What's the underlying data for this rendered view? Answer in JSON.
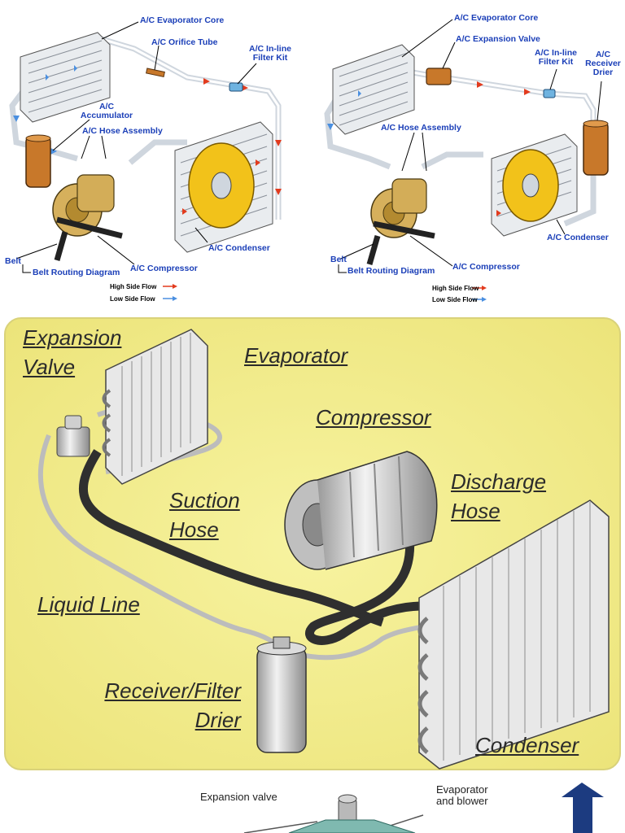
{
  "top_left": {
    "labels": {
      "evaporator_core": "A/C Evaporator Core",
      "orifice_tube": "A/C Orifice Tube",
      "inline_filter_l1": "A/C In-line",
      "inline_filter_l2": "Filter Kit",
      "accumulator_l1": "A/C",
      "accumulator_l2": "Accumulator",
      "hose_assembly": "A/C Hose Assembly",
      "condenser": "A/C Condenser",
      "belt": "Belt",
      "belt_routing": "Belt Routing Diagram",
      "compressor": "A/C Compressor"
    },
    "legend": {
      "high": "High Side Flow",
      "low": "Low Side Flow"
    }
  },
  "top_right": {
    "labels": {
      "evaporator_core": "A/C Evaporator Core",
      "expansion_valve": "A/C Expansion Valve",
      "inline_filter_l1": "A/C In-line",
      "inline_filter_l2": "Filter Kit",
      "receiver_l1": "A/C",
      "receiver_l2": "Receiver",
      "receiver_l3": "Drier",
      "hose_assembly": "A/C Hose Assembly",
      "condenser": "A/C Condenser",
      "belt": "Belt",
      "belt_routing": "Belt Routing Diagram",
      "compressor": "A/C Compressor"
    },
    "legend": {
      "high": "High Side Flow",
      "low": "Low Side Flow"
    }
  },
  "middle": {
    "labels": {
      "expansion_l1": "Expansion",
      "expansion_l2": "Valve",
      "evaporator": "Evaporator",
      "compressor": "Compressor",
      "discharge_l1": "Discharge",
      "discharge_l2": "Hose",
      "suction_l1": "Suction",
      "suction_l2": "Hose",
      "liquid_line": "Liquid Line",
      "receiver_l1": "Receiver/Filter",
      "receiver_l2": "Drier",
      "condenser": "Condenser"
    }
  },
  "bottom": {
    "labels": {
      "expansion_valve": "Expansion valve",
      "evaporator_l1": "Evaporator",
      "evaporator_l2": "and blower"
    }
  },
  "colors": {
    "label_blue": "#1b3fb8",
    "high_flow": "#e23b1e",
    "low_flow": "#4a8fe0",
    "panel_yellow": "#f4ef8c",
    "condenser_fan": "#f2c21a",
    "component_orange": "#c8782a"
  }
}
